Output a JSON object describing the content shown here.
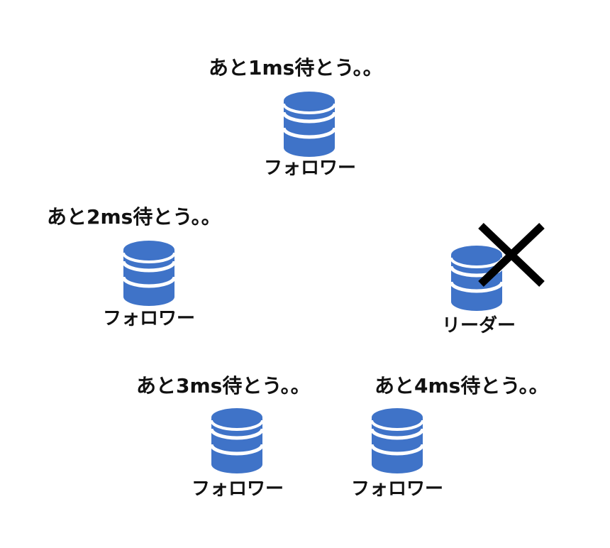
{
  "colors": {
    "database": "#3F73C8",
    "band": "#FFFFFF",
    "cross": "#000000",
    "text": "#111111"
  },
  "icons": {
    "database": "database-icon",
    "failure": "cross-mark-icon"
  },
  "nodes": {
    "follower_top": {
      "wait_text": "あと1ms待とう。。",
      "role": "フォロワー"
    },
    "follower_left": {
      "wait_text": "あと2ms待とう。。",
      "role": "フォロワー"
    },
    "leader": {
      "role": "リーダー",
      "failed": true
    },
    "follower_bottom_left": {
      "wait_text": "あと3ms待とう。。",
      "role": "フォロワー"
    },
    "follower_bottom_right": {
      "wait_text": "あと4ms待とう。。",
      "role": "フォロワー"
    }
  }
}
